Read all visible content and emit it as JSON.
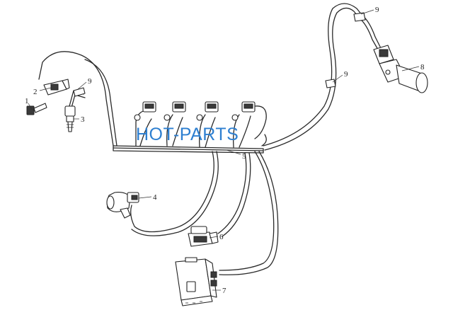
{
  "watermark": "HOT-PARTS",
  "callouts": [
    {
      "id": "c1",
      "label": "1"
    },
    {
      "id": "c2",
      "label": "2"
    },
    {
      "id": "c3",
      "label": "3"
    },
    {
      "id": "c4",
      "label": "4"
    },
    {
      "id": "c5",
      "label": "5"
    },
    {
      "id": "c6",
      "label": "6"
    },
    {
      "id": "c7",
      "label": "7"
    },
    {
      "id": "c8",
      "label": "8"
    },
    {
      "id": "c9a",
      "label": "9"
    },
    {
      "id": "c9b",
      "label": "9"
    },
    {
      "id": "c9c",
      "label": "9"
    }
  ]
}
